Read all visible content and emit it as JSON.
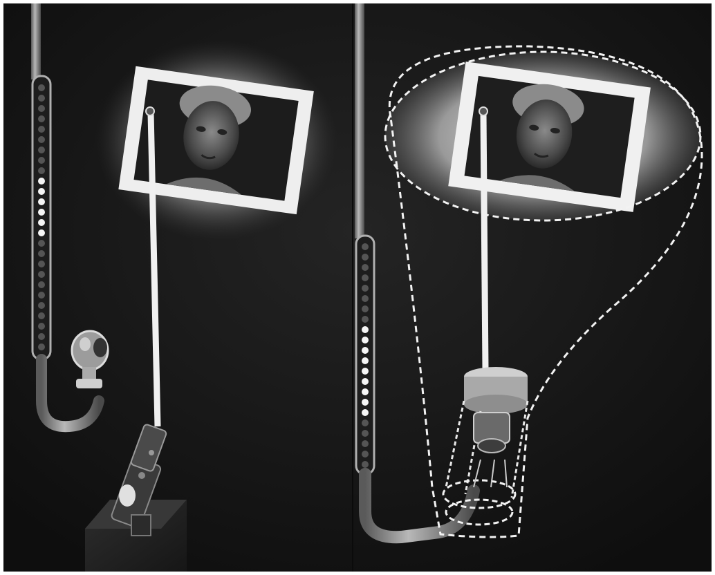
{
  "image": {
    "style": "black-and-white still",
    "panels": [
      {
        "name": "left-panel",
        "elements": [
          "vertical-tube-with-beads",
          "bulb-lamp",
          "rectangular-light-frame-with-portrait",
          "light-beam",
          "camera-on-stand"
        ]
      },
      {
        "name": "right-panel",
        "elements": [
          "vertical-tube-with-beads",
          "rectangular-light-frame-with-portrait",
          "light-beam",
          "camera-tube-cylinder",
          "dashed-balloon-outline"
        ]
      }
    ],
    "colors": {
      "background": "#151515",
      "frame": "#f2f2f2",
      "tube": "#9a9a9a",
      "glow": "#ffffff",
      "dashes": "#f5f5f5"
    }
  }
}
